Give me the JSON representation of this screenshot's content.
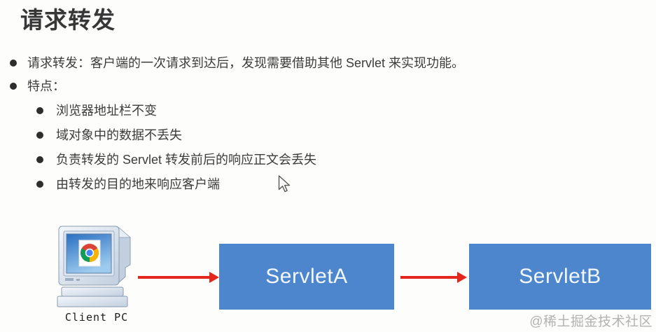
{
  "slide": {
    "title": "请求转发",
    "bullets": [
      "请求转发：客户端的一次请求到达后，发现需要借助其他 Servlet 来实现功能。",
      "特点："
    ],
    "features": [
      "浏览器地址栏不变",
      "域对象中的数据不丢失",
      "负责转发的 Servlet 转发前后的响应正文会丢失",
      "由转发的目的地来响应客户端"
    ]
  },
  "diagram": {
    "client": {
      "label": "Client PC",
      "icon": "client-pc-chrome-icon"
    },
    "nodes": [
      {
        "label": "ServletA"
      },
      {
        "label": "ServletB"
      }
    ],
    "arrows": [
      {
        "from": "Client PC",
        "to": "ServletA"
      },
      {
        "from": "ServletA",
        "to": "ServletB"
      }
    ],
    "colors": {
      "node_fill": "#4d86cd",
      "node_text": "#f4f8fd",
      "arrow": "#e5261c"
    }
  },
  "watermark": "@稀土掘金技术社区"
}
